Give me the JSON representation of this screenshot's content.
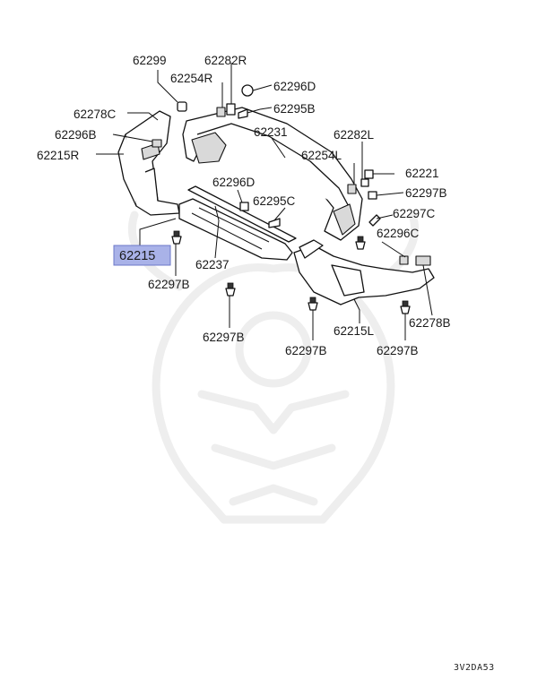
{
  "diagram": {
    "highlighted_part": "62215",
    "image_code": "3V2DA53",
    "labels": {
      "p62299": "62299",
      "p62282R": "62282R",
      "p62254R": "62254R",
      "p62296D_top": "62296D",
      "p62295B": "62295B",
      "p62278C": "62278C",
      "p62296B": "62296B",
      "p62215R": "62215R",
      "p62231": "62231",
      "p62282L": "62282L",
      "p62254L": "62254L",
      "p62221": "62221",
      "p62297B_right": "62297B",
      "p62296D_mid": "62296D",
      "p62295C": "62295C",
      "p62297C": "62297C",
      "p62296C": "62296C",
      "p62215": "62215",
      "p62237": "62237",
      "p62297B_left": "62297B",
      "p62297B_center": "62297B",
      "p62297B_bottom1": "62297B",
      "p62297B_bottom2": "62297B",
      "p62215L": "62215L",
      "p62278B": "62278B"
    },
    "colors": {
      "highlight_fill": "#a9b2e8",
      "highlight_border": "#6c78c9",
      "line": "#111111",
      "watermark": "#eeeeee"
    }
  }
}
